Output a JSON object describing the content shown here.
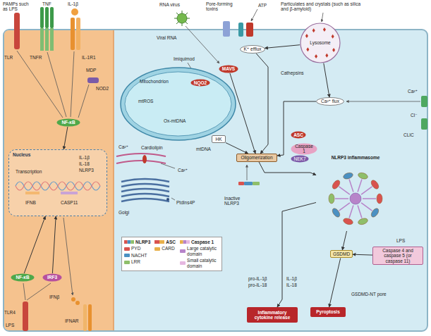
{
  "diagram": {
    "nodes": [
      {
        "text": [
          "NF-κB"
        ]
      },
      {
        "text": [
          "Nucleus"
        ]
      },
      {
        "text": [
          "NF-κB"
        ]
      },
      {
        "text": [
          "IRF3"
        ]
      },
      {
        "text": [
          "Mitochondrion"
        ]
      },
      {
        "text": [
          "NQO2"
        ],
        "in": 4
      },
      {
        "text": [
          "MAVS"
        ]
      },
      {
        "text": [
          "HK"
        ]
      },
      {
        "text": [
          "K⁺ efflux"
        ]
      },
      {
        "text": [
          "Lysosome"
        ]
      },
      {
        "text": [
          "Ca²⁺ flux"
        ]
      },
      {
        "text": [
          "Oligomerization"
        ]
      },
      {
        "text": [
          "ASC"
        ]
      },
      {
        "text": [
          "Caspase 1"
        ]
      },
      {
        "text": [
          "NEK7"
        ]
      },
      {
        "text": [
          "NLRP3 inflammasome"
        ]
      },
      {
        "text": [
          "Caspase 4 and caspase 5 (or caspase 11)"
        ]
      },
      {
        "text": [
          "GSDMD"
        ]
      },
      {
        "text": [
          "Inflammatory cytokine release"
        ]
      },
      {
        "text": [
          "Pyroptosis"
        ]
      }
    ],
    "edges": [
      {
        "from": 0,
        "to": 1,
        "arrow": "to"
      },
      {
        "from": 2,
        "to": 1,
        "arrow": "to"
      },
      {
        "from": 3,
        "to": 1,
        "arrow": "to"
      },
      {
        "from": 6,
        "to": 11,
        "arrow": "to"
      },
      {
        "from": 7,
        "to": 11,
        "arrow": "to"
      },
      {
        "from": 8,
        "to": 11,
        "arrow": "to"
      },
      {
        "from": 9,
        "to": 8,
        "arrow": "to"
      },
      {
        "from": 9,
        "to": 10,
        "arrow": "to"
      },
      {
        "from": 10,
        "to": 11,
        "arrow": "to"
      },
      {
        "from": 11,
        "to": 15,
        "arrow": "to"
      },
      {
        "from": 15,
        "to": 17,
        "arrow": "to"
      },
      {
        "from": 16,
        "to": 17,
        "arrow": "to"
      },
      {
        "from": 17,
        "to": 19,
        "arrow": "to"
      },
      {
        "from": 15,
        "to": 18,
        "arrow": "to"
      }
    ],
    "labels": [
      "PAMPs such as LPS",
      "TNF",
      "IL-1β",
      "TLR",
      "TNFR",
      "IL-1R1",
      "MDP",
      "NOD2",
      "IL-1β",
      "IL-18",
      "NLRP3",
      "Transcription",
      "IFNB",
      "CASP11",
      "TLR4",
      "LPS",
      "IFNβ",
      "IFNAR",
      "RNA virus",
      "Viral RNA",
      "Pore-forming toxins",
      "ATP",
      "Particulates and crystals (such as silica and β-amyloid)",
      "Cathepsins",
      "Ca²⁺",
      "Cl⁻",
      "CLIC",
      "Imiquimod",
      "mtROS",
      "Ox-mtDNA",
      "Ca²⁺",
      "Cardiolipin",
      "mtDNA",
      "Ca²⁺",
      "Golgi",
      "PtdIns4P",
      "Inactive NLRP3",
      "LPS",
      "GSDMD-NT pore",
      "pro-IL-1β",
      "pro-IL-18",
      "IL-1β",
      "IL-18"
    ],
    "legend": [
      {
        "text": "NLRP3"
      },
      {
        "text": "PYD",
        "color": "#d9534f"
      },
      {
        "text": "NACHT",
        "color": "#4a90c2"
      },
      {
        "text": "LRR",
        "color": "#8fbf6a"
      },
      {
        "text": "ASC"
      },
      {
        "text": "CARD",
        "color": "#e8b04a"
      },
      {
        "text": "Caspase 1"
      },
      {
        "text": "Large catalytic domain",
        "color": "#b784c9"
      },
      {
        "text": "Small catalytic domain",
        "color": "#e6b8e0"
      }
    ]
  }
}
